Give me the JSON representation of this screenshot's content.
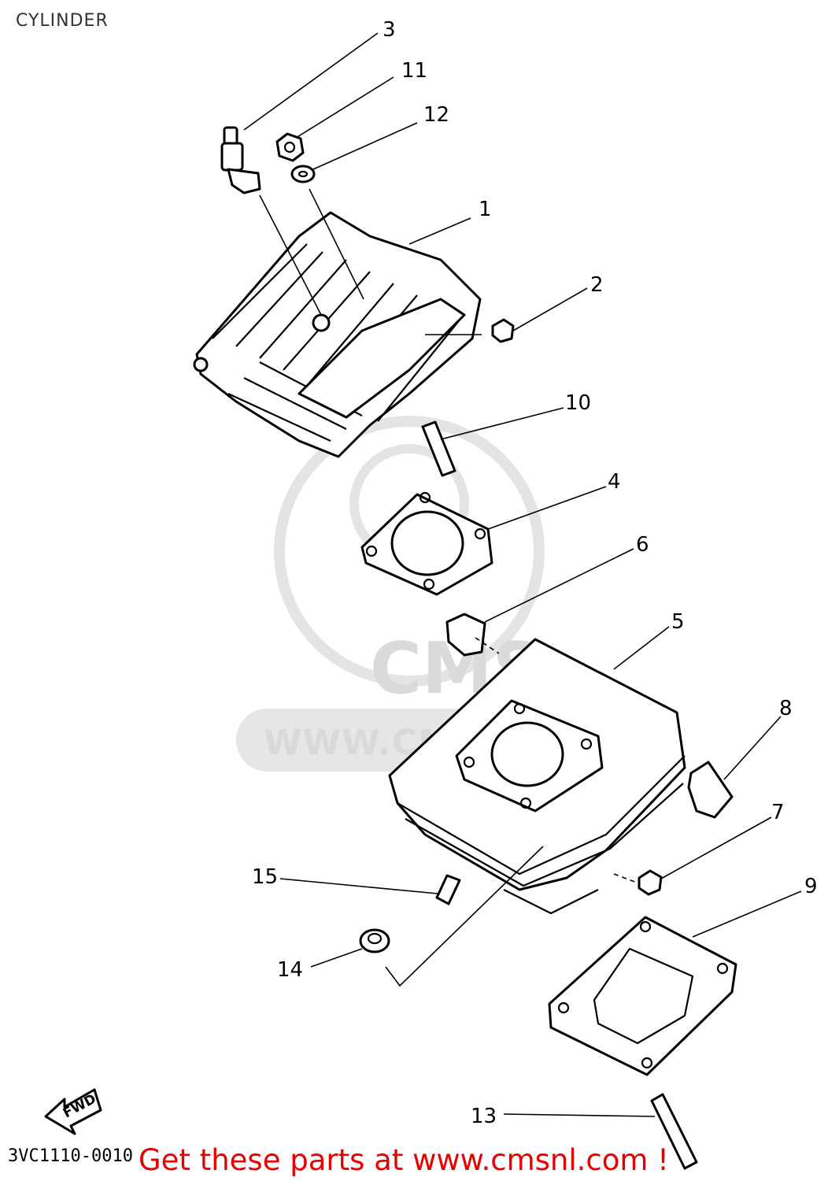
{
  "title": "CYLINDER",
  "callouts": [
    {
      "id": "callout-1",
      "label": "1"
    },
    {
      "id": "callout-2",
      "label": "2"
    },
    {
      "id": "callout-3",
      "label": "3"
    },
    {
      "id": "callout-4",
      "label": "4"
    },
    {
      "id": "callout-5",
      "label": "5"
    },
    {
      "id": "callout-6",
      "label": "6"
    },
    {
      "id": "callout-7",
      "label": "7"
    },
    {
      "id": "callout-8",
      "label": "8"
    },
    {
      "id": "callout-9",
      "label": "9"
    },
    {
      "id": "callout-10",
      "label": "10"
    },
    {
      "id": "callout-11",
      "label": "11"
    },
    {
      "id": "callout-12",
      "label": "12"
    },
    {
      "id": "callout-13",
      "label": "13"
    },
    {
      "id": "callout-14",
      "label": "14"
    },
    {
      "id": "callout-15",
      "label": "15"
    }
  ],
  "watermark": {
    "logo_text": "CMS",
    "site_text": "WWW.CMSNL.CO",
    "color": "#d9d9d9"
  },
  "fwd_label": "FWD",
  "drawing_code": "3VC1110-0010",
  "footer_link": "Get these parts at www.cmsnl.com !",
  "footer_color": "#e60000"
}
